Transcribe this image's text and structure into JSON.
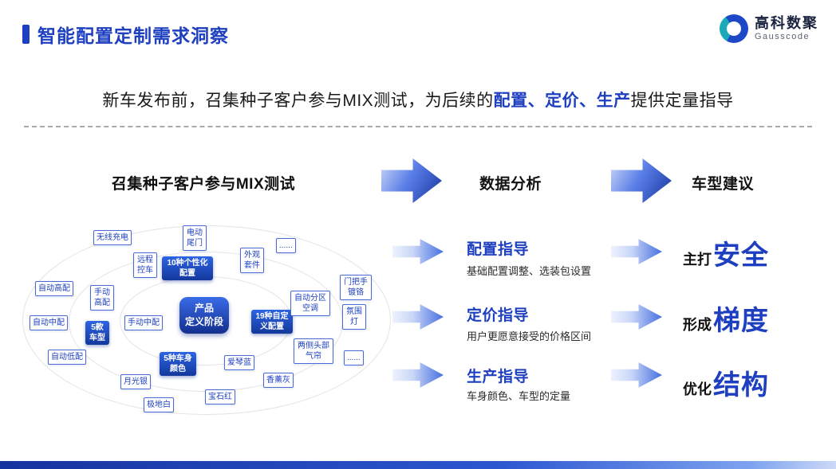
{
  "slide": {
    "title": "智能配置定制需求洞察",
    "subtitle": {
      "prefix": "新车发布前，召集种子客户参与MIX测试，为后续的",
      "highlight": "配置、定价、生产",
      "suffix": "提供定量指导"
    }
  },
  "logo": {
    "name": "高科数聚",
    "subname": "Gausscode"
  },
  "flow": {
    "step1": "召集种子客户参与MIX测试",
    "step2": "数据分析",
    "step3": "车型建议"
  },
  "diagram": {
    "center": {
      "line1": "产品",
      "line2": "定义阶段"
    },
    "categories": [
      "10种个性化配置",
      "5款车型",
      "5种车身颜色",
      "19种自定义配置"
    ],
    "nodes": [
      "无线充电",
      "电动尾门",
      "远程控车",
      "外观套件",
      "......",
      "自动高配",
      "手动高配",
      "自动中配",
      "手动中配",
      "自动低配",
      "月光银",
      "极地白",
      "宝石红",
      "爱琴蓝",
      "香薰灰",
      "自动分区空调",
      "门把手镀铬",
      "氛围灯",
      "两侧头部气帘",
      "......"
    ]
  },
  "analysis": {
    "rows": [
      {
        "title": "配置指导",
        "desc": "基础配置调整、选装包设置"
      },
      {
        "title": "定价指导",
        "desc": "用户更愿意接受的价格区间"
      },
      {
        "title": "生产指导",
        "desc": "车身颜色、车型的定量"
      }
    ]
  },
  "suggestions": {
    "rows": [
      {
        "prefix": "主打",
        "keyword": "安全"
      },
      {
        "prefix": "形成",
        "keyword": "梯度"
      },
      {
        "prefix": "优化",
        "keyword": "结构"
      }
    ]
  },
  "colors": {
    "accent": "#1d3fc0",
    "node_border": "#4a6ad8",
    "category_bg": "#13389b"
  }
}
